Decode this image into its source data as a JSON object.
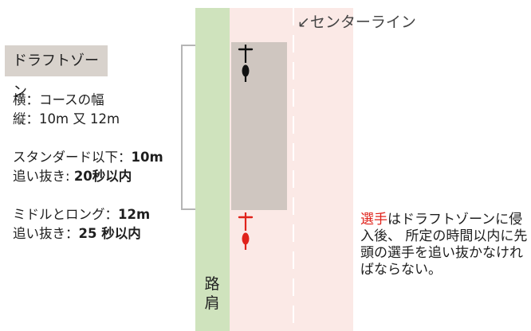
{
  "title": "ドラフトゾーン",
  "dimensions": {
    "width_line": "横：コースの幅",
    "length_label": "縦：",
    "length_value": "10m 又 12m"
  },
  "standard": {
    "label": "スタンダード以下：",
    "distance": "10m",
    "pass_label": "追い抜き: ",
    "pass_value": "20秒以内"
  },
  "middle_long": {
    "label": "ミドルとロング：",
    "distance": "12m",
    "pass_label": "追い抜き：",
    "pass_value": "25 秒以内"
  },
  "centerline_label": "↙センターライン",
  "shoulder_label": "路肩",
  "rule_note": {
    "highlight": "選手",
    "text": "はドラフトゾーンに侵入後、 所定の時間以内に先頭の選手を追い抜かなければならない。"
  },
  "colors": {
    "lead_rider": "#111111",
    "follow_rider": "#e0221a",
    "shoulder": "#cfe3bd",
    "lane": "#fbe9e6",
    "draft_zone": "#cfc6c0",
    "highlight": "#e0221a"
  },
  "icons": {
    "lead_rider": "bicycle-rider-icon",
    "follow_rider": "bicycle-rider-icon"
  }
}
